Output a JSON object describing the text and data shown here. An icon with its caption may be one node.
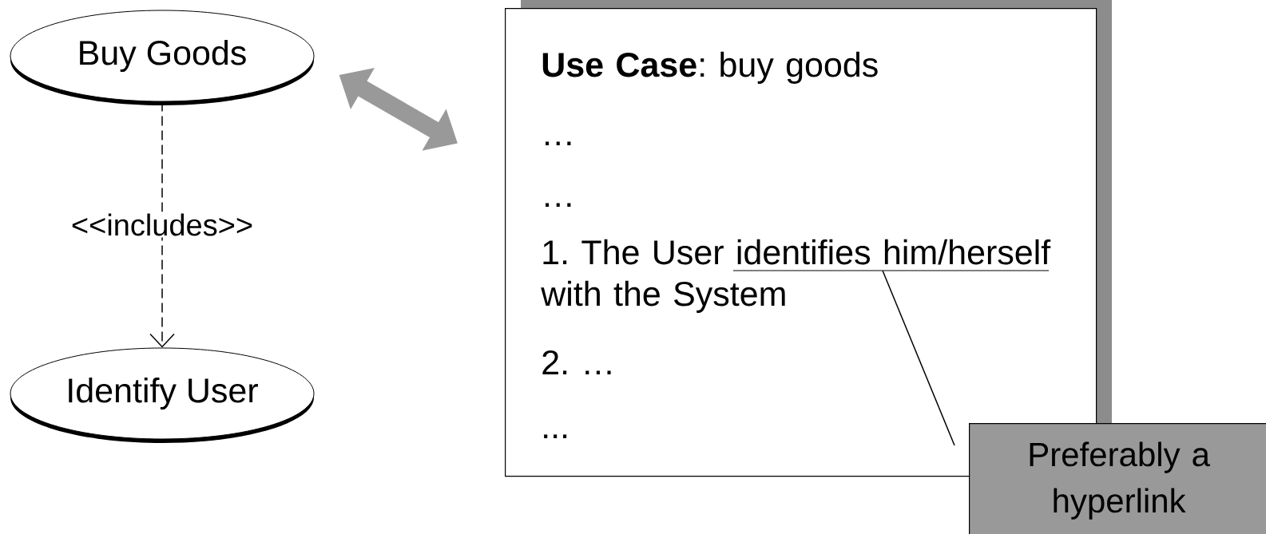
{
  "diagram": {
    "nodes": [
      {
        "text": [
          "Buy Goods"
        ]
      },
      {
        "text": [
          "Identify User"
        ]
      },
      {
        "text": [
          "**Use Case**: buy goods",
          "…",
          "…",
          "1. The User identifies him/herself with the System",
          "2. …",
          "..."
        ]
      },
      {
        "text": [
          "Preferably a hyperlink"
        ]
      }
    ],
    "edges": [
      {
        "from": 0,
        "to": 1,
        "arrow": "to",
        "style": "dashed",
        "label": "<<includes>>"
      },
      {
        "from": 0,
        "to": 2,
        "arrow": "both",
        "style": "thick",
        "color": "#999999"
      },
      {
        "from": 3,
        "to": 2,
        "arrow": "none"
      }
    ]
  }
}
